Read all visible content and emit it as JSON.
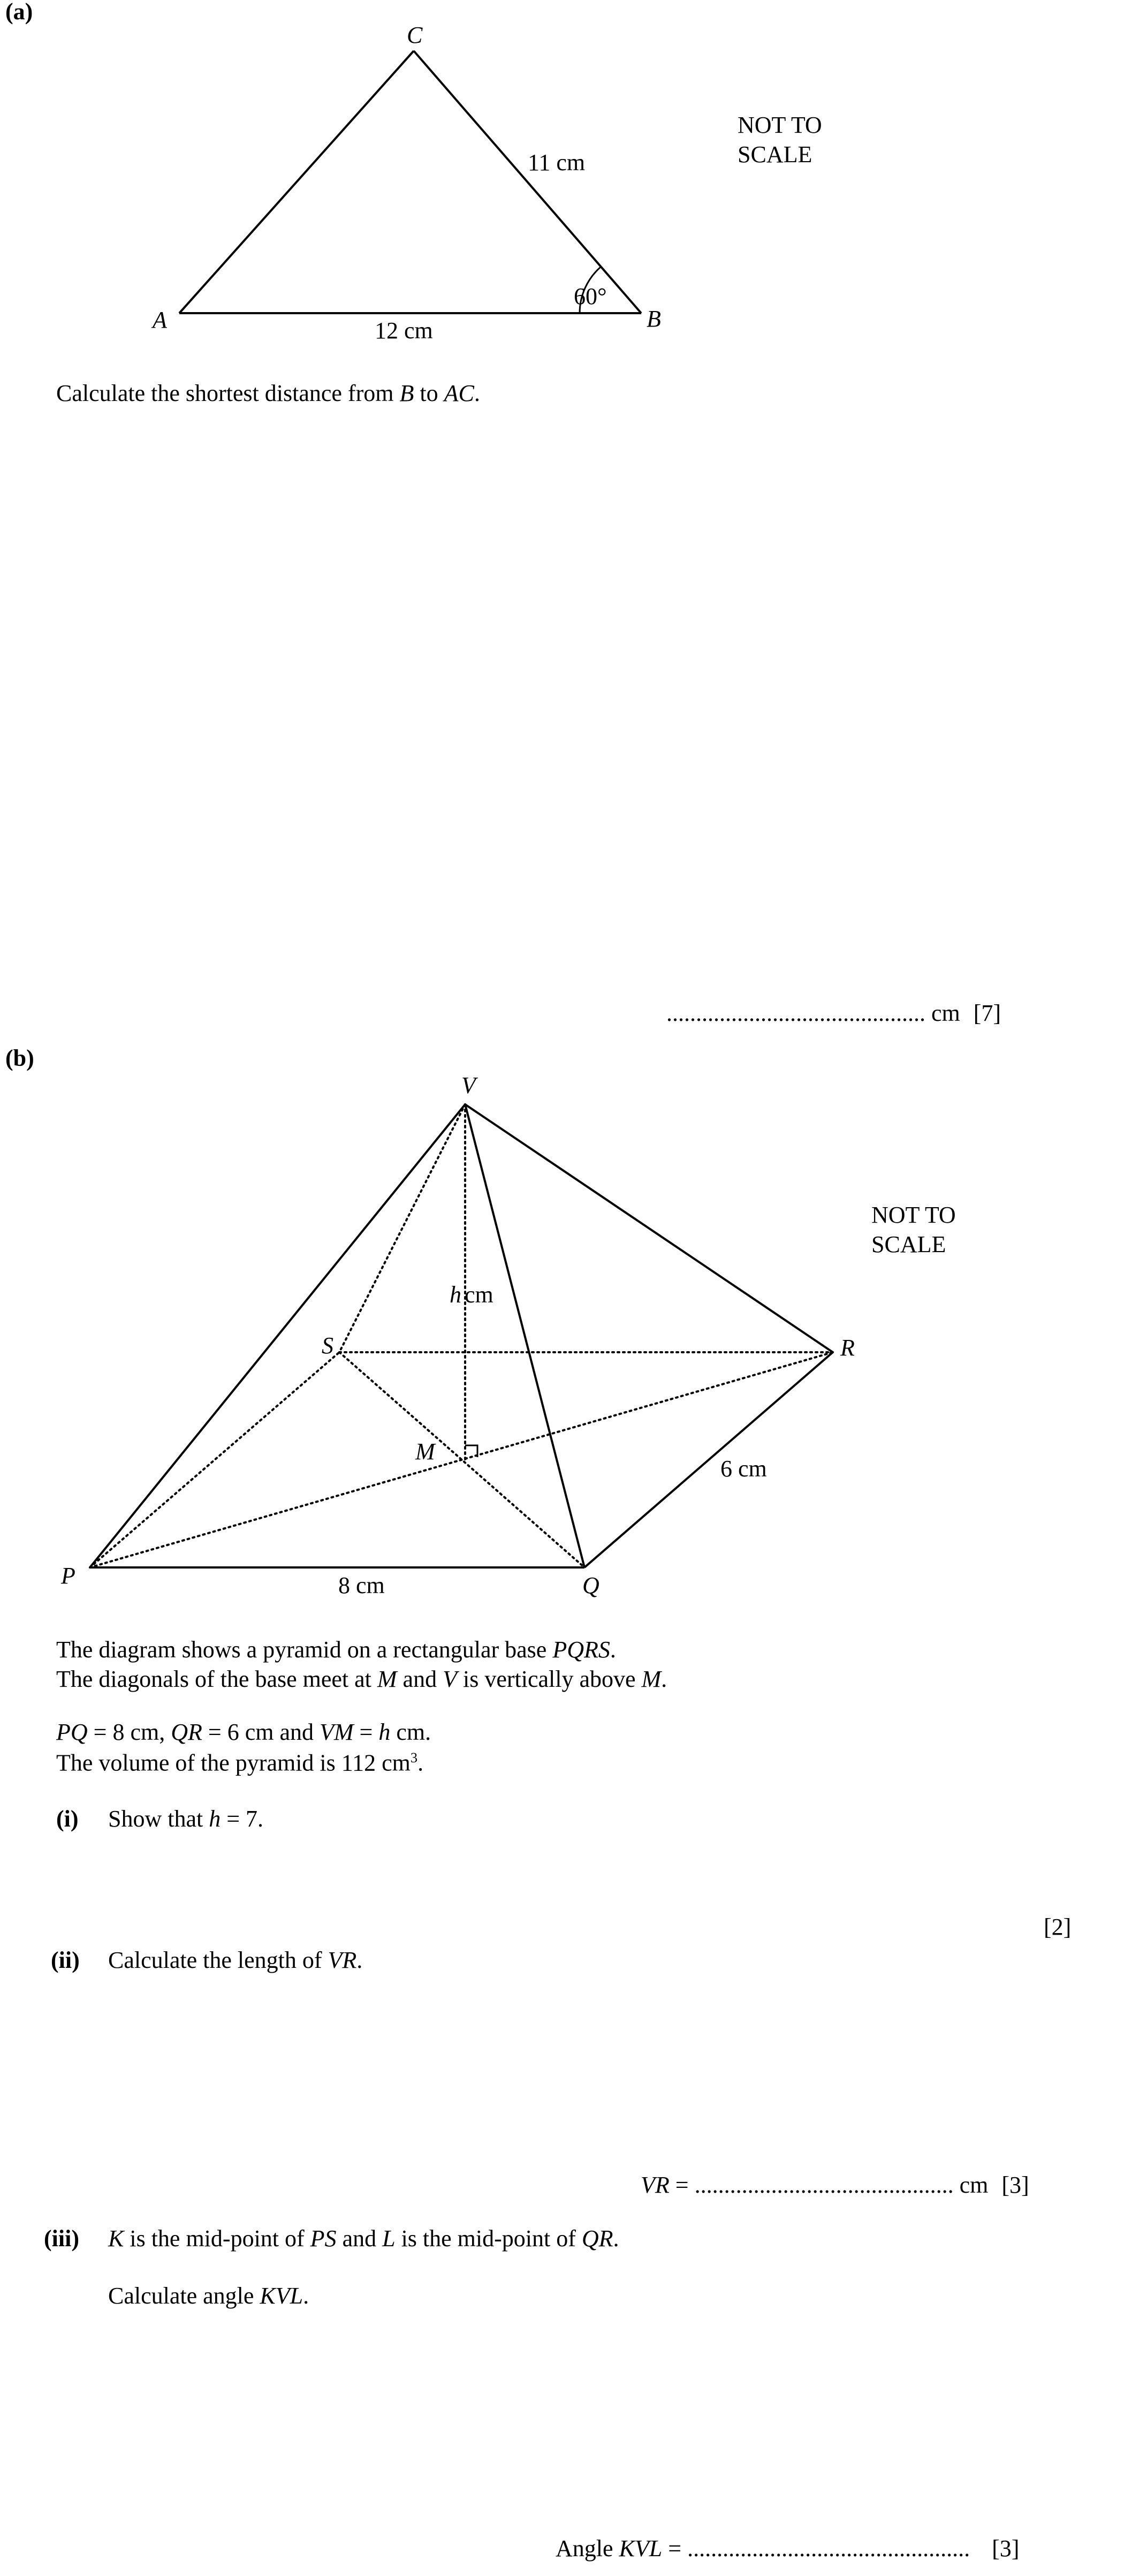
{
  "part_a": {
    "label": "(a)",
    "figure": {
      "vertices": {
        "A": "A",
        "B": "B",
        "C": "C"
      },
      "side_cb": "11 cm",
      "side_ab": "12 cm",
      "angle_b": "60°",
      "note_line1": "NOT TO",
      "note_line2": "SCALE"
    },
    "question": {
      "pre": "Calculate the shortest distance from ",
      "b": "B",
      "mid": " to ",
      "ac": "AC",
      "end": "."
    },
    "answer": {
      "dots": "............................................",
      "unit": "cm",
      "marks": "[7]"
    }
  },
  "part_b": {
    "label": "(b)",
    "figure": {
      "vertices": {
        "V": "V",
        "P": "P",
        "Q": "Q",
        "R": "R",
        "S": "S",
        "M": "M"
      },
      "height_h": "h",
      "height_unit": "cm",
      "side_pq": "8 cm",
      "side_qr": "6 cm",
      "note_line1": "NOT TO",
      "note_line2": "SCALE"
    },
    "intro": {
      "l1_pre": "The diagram shows a pyramid on a rectangular base ",
      "l1_pqrs": "PQRS",
      "l1_end": ".",
      "l2_pre": "The diagonals of the base meet at ",
      "l2_m": "M",
      "l2_mid1": " and ",
      "l2_v": "V",
      "l2_mid2": " is vertically above ",
      "l2_m2": "M",
      "l2_end": ".",
      "l3_pq": "PQ",
      "l3_a": " = 8 cm, ",
      "l3_qr": "QR",
      "l3_b": " = 6 cm and ",
      "l3_vm": "VM",
      "l3_c": " = ",
      "l3_h": "h",
      "l3_d": " cm.",
      "l4_pre": "The volume of the pyramid is 112 cm",
      "l4_sup": "3",
      "l4_end": "."
    },
    "q_i": {
      "label": "(i)",
      "pre": "Show that ",
      "h": "h",
      "end": " = 7.",
      "marks": "[2]"
    },
    "q_ii": {
      "label": "(ii)",
      "pre": "Calculate the length of ",
      "vr": "VR",
      "end": ".",
      "ans_lhs": "VR",
      "ans_eq": " = ",
      "dots": "............................................",
      "unit": "cm",
      "marks": "[3]"
    },
    "q_iii": {
      "label": "(iii)",
      "k": "K",
      "t1": " is the mid-point of ",
      "ps": "PS",
      "t2": " and ",
      "l": "L",
      "t3": " is the mid-point of ",
      "qr": "QR",
      "t4": ".",
      "l2_pre": "Calculate angle ",
      "kvl": "KVL",
      "l2_end": ".",
      "ans_pre": "Angle ",
      "ans_kvl": "KVL",
      "ans_eq": " = ",
      "dots": "................................................",
      "marks": "[3]"
    }
  }
}
